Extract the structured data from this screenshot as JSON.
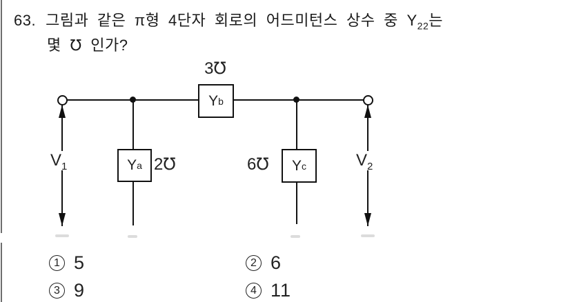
{
  "question": {
    "number": "63.",
    "line1_pre": "그림과 같은 π형 4단자 회로의 어드미턴스 상수 중 Y",
    "line1_sub": "22",
    "line1_post": "는",
    "line2": "몇 ℧ 인가?"
  },
  "circuit": {
    "yb": {
      "label_main": "Y",
      "label_sub": "b",
      "value": "3℧"
    },
    "ya": {
      "label_main": "Y",
      "label_sub": "a",
      "value": "2℧"
    },
    "yc": {
      "label_main": "Y",
      "label_sub": "c",
      "value": "6℧"
    },
    "v1": {
      "label_main": "V",
      "label_sub": "1"
    },
    "v2": {
      "label_main": "V",
      "label_sub": "2"
    }
  },
  "choices": [
    {
      "num": "1",
      "text": "5"
    },
    {
      "num": "2",
      "text": "6"
    },
    {
      "num": "3",
      "text": "9"
    },
    {
      "num": "4",
      "text": "11"
    }
  ],
  "colors": {
    "ink": "#111111",
    "rule": "#6e6e6e",
    "paper": "#ffffff"
  }
}
